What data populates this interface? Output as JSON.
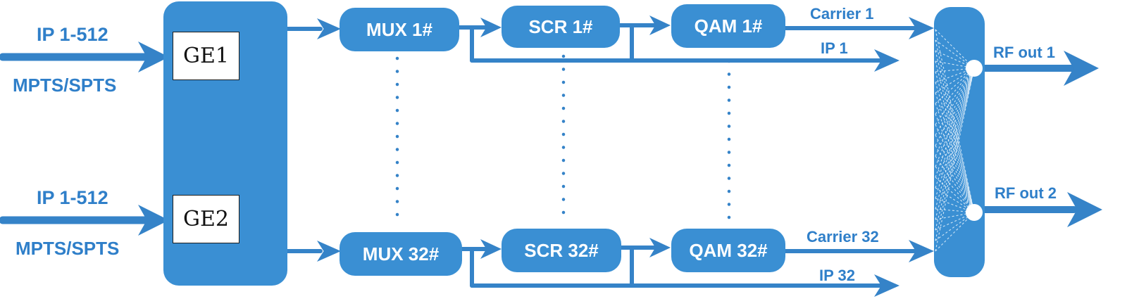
{
  "colors": {
    "blue": "#3a8fd3",
    "line": "#3583c8",
    "text": "#2f7fc9"
  },
  "inputs": [
    {
      "ip": "IP 1-512",
      "type": "MPTS/SPTS",
      "port": "GE1"
    },
    {
      "ip": "IP 1-512",
      "type": "MPTS/SPTS",
      "port": "GE2"
    }
  ],
  "channels": [
    {
      "mux": "MUX 1#",
      "scr": "SCR 1#",
      "qam": "QAM 1#",
      "carrier": "Carrier 1",
      "ip": "IP 1"
    },
    {
      "mux": "MUX 32#",
      "scr": "SCR 32#",
      "qam": "QAM 32#",
      "carrier": "Carrier 32",
      "ip": "IP 32"
    }
  ],
  "outputs": [
    "RF out 1",
    "RF out 2"
  ]
}
